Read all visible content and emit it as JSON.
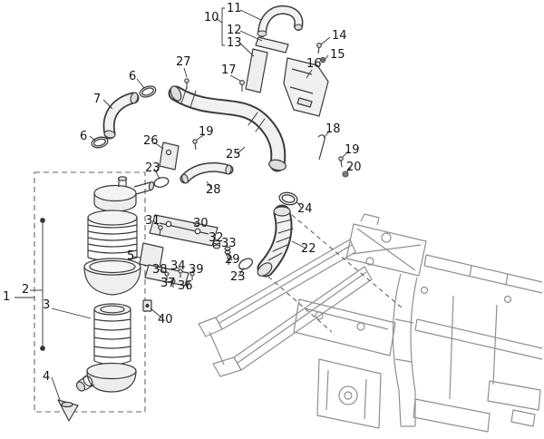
{
  "diagram": {
    "kind": "exploded-parts-diagram",
    "colors": {
      "line": "#3c3c3c",
      "frame": "#8f8f8f",
      "leader": "#333333",
      "fill_light": "#f2f2f2"
    },
    "labels": {
      "l1": "1",
      "l2": "2",
      "l3": "3",
      "l4": "4",
      "l5": "5",
      "l6a": "6",
      "l6b": "6",
      "l7": "7",
      "l10": "10",
      "l11": "11",
      "l12": "12",
      "l13": "13",
      "l14": "14",
      "l15": "15",
      "l16": "16",
      "l17": "17",
      "l18": "18",
      "l19a": "19",
      "l19b": "19",
      "l20": "20",
      "l22": "22",
      "l23a": "23",
      "l23b": "23",
      "l24": "24",
      "l25": "25",
      "l26": "26",
      "l27": "27",
      "l28": "28",
      "l29": "29",
      "l30": "30",
      "l31": "31",
      "l32": "32",
      "l33": "33",
      "l34": "34",
      "l36": "36",
      "l37": "37",
      "l38": "38",
      "l39": "39",
      "l40": "40"
    }
  }
}
